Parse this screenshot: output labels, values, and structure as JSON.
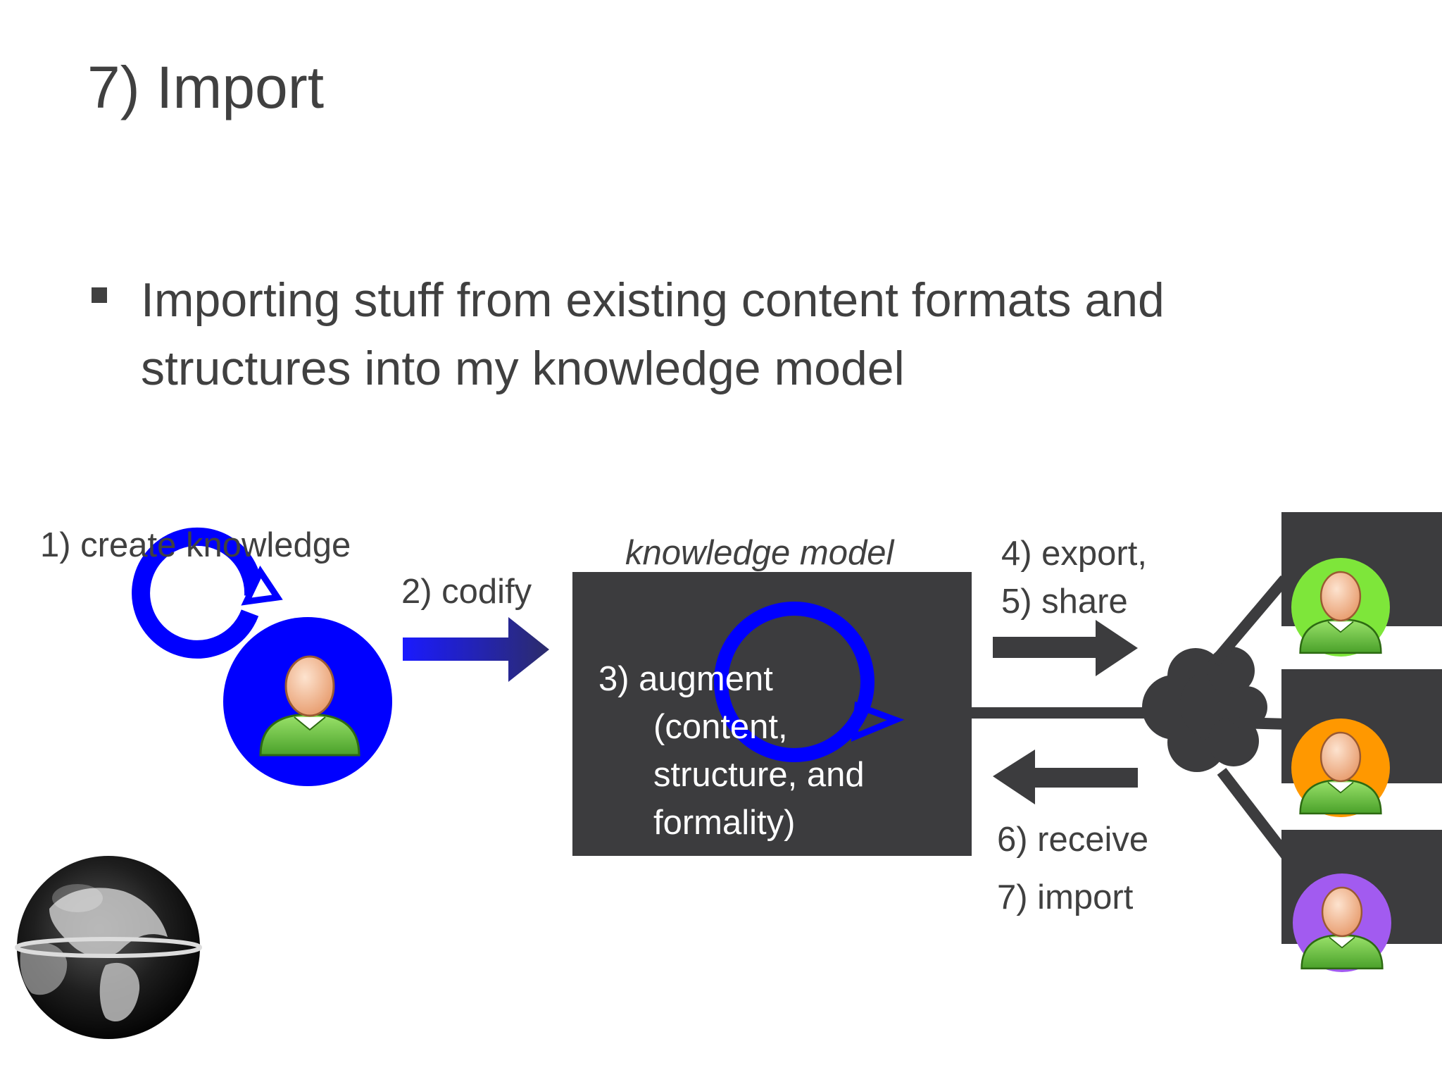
{
  "slide": {
    "title": "7) Import",
    "bullets": [
      {
        "text": "Importing stuff from existing content formats and structures into my knowledge model"
      }
    ]
  },
  "diagram": {
    "steps": {
      "create": "1) create knowledge",
      "codify": "2) codify",
      "model_title": "knowledge model",
      "augment_line1": "3) augment",
      "augment_line2": "(content,",
      "augment_line3": "structure, and",
      "augment_line4": "formality)",
      "export": "4) export,",
      "share": "5) share",
      "receive": "6) receive",
      "import": "7) import"
    },
    "colors": {
      "blue": "#0000ff",
      "dark_box": "#3c3c3e",
      "user_green": "#7ee63a",
      "user_orange": "#ff9800",
      "user_purple": "#a25bf0"
    },
    "icons": [
      "person-icon",
      "cloud-icon",
      "globe-icon",
      "cycle-arrow-icon"
    ]
  }
}
